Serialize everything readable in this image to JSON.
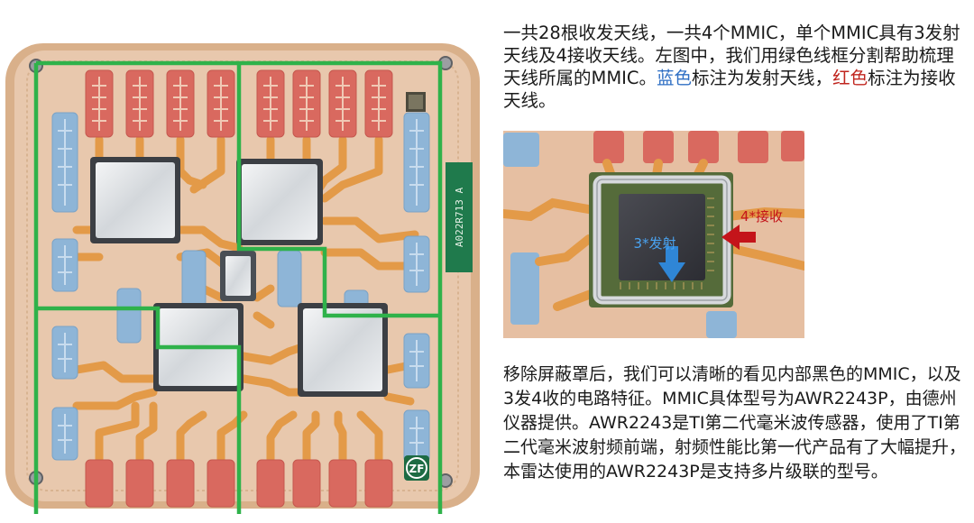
{
  "description": {
    "top": {
      "part1": "一共28根收发天线，一共4个MMIC，单个MMIC具有3发射天线及4接收天线。左图中，我们用绿色线框分割帮助梳理天线所属的MMIC。",
      "blue_word": "蓝色",
      "part2": "标注为发射天线，",
      "red_word": "红色",
      "part3": "标注为接收天线。"
    },
    "bottom": "移除屏蔽罩后，我们可以清晰的看见内部黑色的MMIC，以及3发4收的电路特征。MMIC具体型号为AWR2243P，由德州仪器提供。AWR2243是TI第二代毫米波传感器，使用了TI第二代毫米波射频前端，射频性能比第一代产品有了大幅提升，本雷达使用的AWR2243P是支持多片级联的型号。"
  },
  "board": {
    "silkscreen": "A022R713 A",
    "logo": "ZF"
  },
  "chip_closeup": {
    "tx_label": "3*发射",
    "rx_label": "4*接收"
  },
  "colors": {
    "board": "#e8c8ad",
    "copper": "#e39a48",
    "tx_blue": "#8eb5d7",
    "rx_red": "#d9695f",
    "frame_green": "#2fb24a",
    "arrow_blue": "#2f86d6",
    "arrow_red": "#c4141a"
  }
}
